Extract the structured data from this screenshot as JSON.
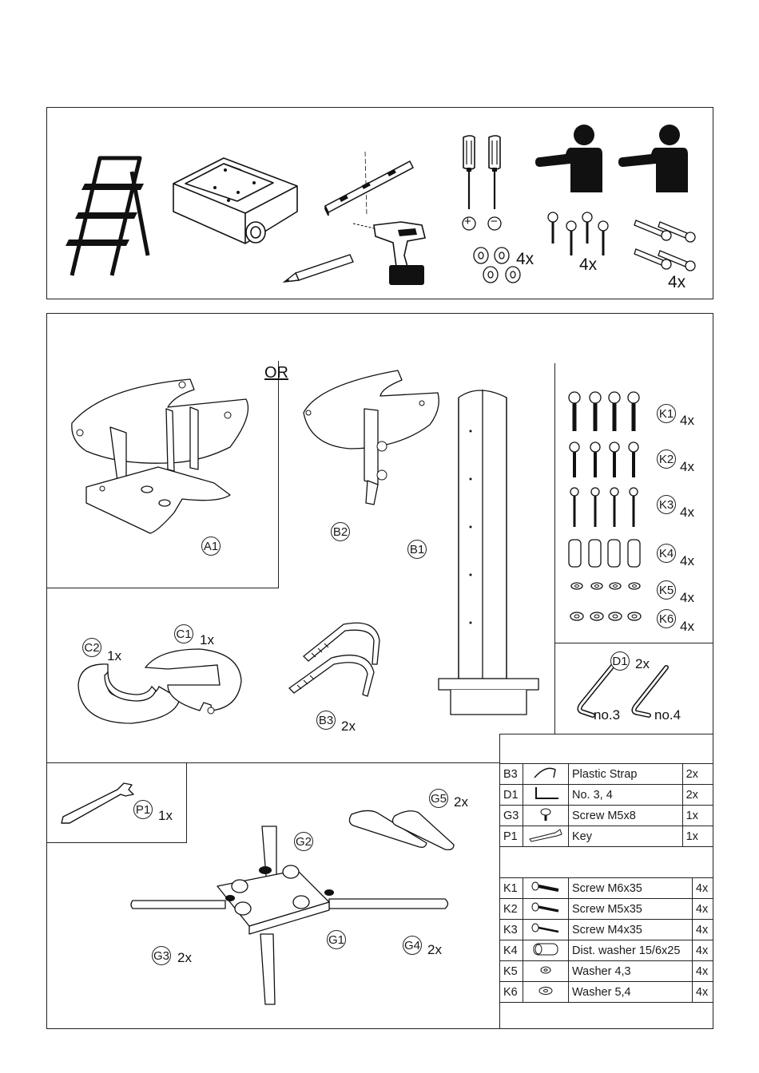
{
  "tools_section": {
    "items": [
      {
        "id": "step-ladder"
      },
      {
        "id": "projector"
      },
      {
        "id": "spirit-level"
      },
      {
        "id": "pencil"
      },
      {
        "id": "power-drill"
      },
      {
        "id": "screwdrivers"
      },
      {
        "id": "two-persons"
      }
    ],
    "screwdriver_types": [
      "+",
      "−"
    ],
    "wall_washers_qty": "4x",
    "wall_screws_qty": "4x",
    "wall_plugs_qty": "4x"
  },
  "parts_section": {
    "or_label": "OR",
    "labels": {
      "A1": "A1",
      "B1": "B1",
      "B2": "B2",
      "B3": "B3",
      "C1": "C1",
      "C2": "C2",
      "D1": "D1",
      "K1": "K1",
      "K2": "K2",
      "K3": "K3",
      "K4": "K4",
      "K5": "K5",
      "K6": "K6",
      "P1": "P1",
      "G1": "G1",
      "G2": "G2",
      "G3": "G3",
      "G4": "G4",
      "G5": "G5"
    },
    "quantities": {
      "C1": "1x",
      "C2": "1x",
      "B3": "2x",
      "D1": "2x",
      "P1": "1x",
      "G2": "",
      "G3": "2x",
      "G4": "2x",
      "G5": "2x",
      "K1": "4x",
      "K2": "4x",
      "K3": "4x",
      "K4": "4x",
      "K5": "4x",
      "K6": "4x"
    },
    "hex_key_labels": [
      "no.3",
      "no.4"
    ]
  },
  "parts_table_1": [
    {
      "code": "B3",
      "icon": "strap-icon",
      "name": "Plastic Strap",
      "qty": "2x"
    },
    {
      "code": "D1",
      "icon": "hex-key-icon",
      "name": "No. 3, 4",
      "qty": "2x"
    },
    {
      "code": "G3",
      "icon": "screw-head-icon",
      "name": "Screw M5x8",
      "qty": "1x"
    },
    {
      "code": "P1",
      "icon": "wrench-icon",
      "name": "Key",
      "qty": "1x"
    }
  ],
  "parts_table_2": [
    {
      "code": "K1",
      "icon": "long-screw-icon",
      "name": "Screw M6x35",
      "qty": "4x"
    },
    {
      "code": "K2",
      "icon": "long-screw-icon",
      "name": "Screw M5x35",
      "qty": "4x"
    },
    {
      "code": "K3",
      "icon": "long-screw-icon",
      "name": "Screw M4x35",
      "qty": "4x"
    },
    {
      "code": "K4",
      "icon": "spacer-icon",
      "name": "Dist. washer 15/6x25",
      "qty": "4x"
    },
    {
      "code": "K5",
      "icon": "washer-icon",
      "name": "Washer 4,3",
      "qty": "4x"
    },
    {
      "code": "K6",
      "icon": "washer-icon",
      "name": "Washer 5,4",
      "qty": "4x"
    }
  ]
}
